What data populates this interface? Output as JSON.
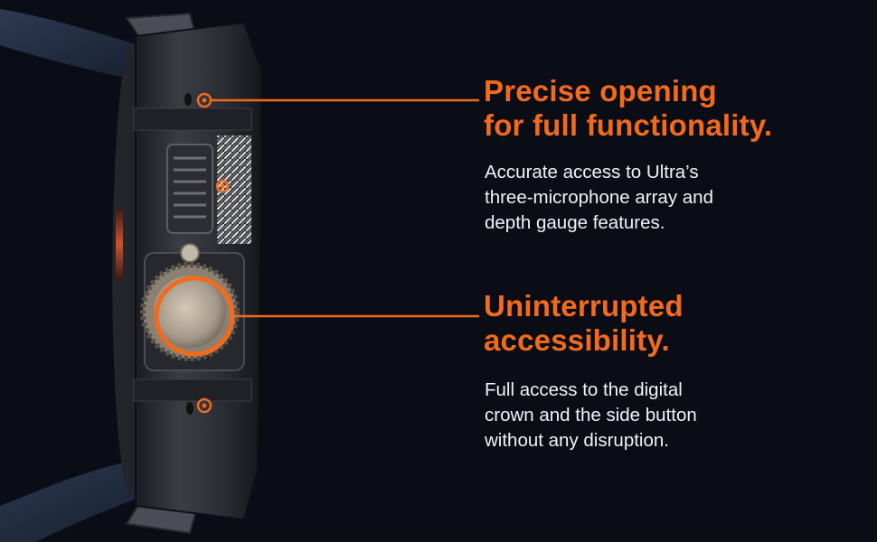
{
  "colors": {
    "background": "#0b0d16",
    "accent": "#f26a1b",
    "body_text": "#f2f2f4"
  },
  "features": [
    {
      "headline": [
        "Precise opening",
        "for full functionality."
      ],
      "body": [
        "Accurate access to Ultra’s",
        "three-microphone array and",
        "depth gauge features."
      ]
    },
    {
      "headline": [
        "Uninterrupted",
        "accessibility."
      ],
      "body": [
        "Full access to the digital",
        "crown and the side button",
        "without any disruption."
      ]
    }
  ]
}
